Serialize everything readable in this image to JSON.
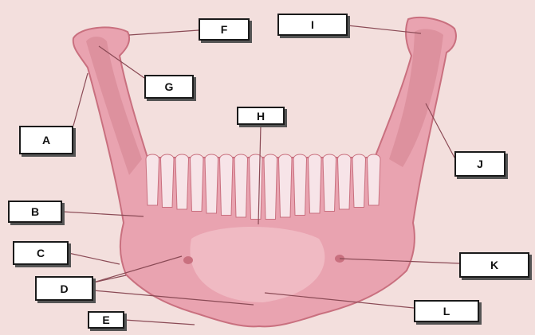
{
  "colors": {
    "paper": "#f3dfdd",
    "bone": "#e9a3b0",
    "bone_dark": "#c9707f",
    "bone_light": "#f8d6dc",
    "tooth": "#f7e4e8",
    "leader": "#8a4a55",
    "box_border": "#1a1a1a"
  },
  "labels": {
    "A": "A",
    "B": "B",
    "C": "C",
    "D": "D",
    "E": "E",
    "F": "F",
    "G": "G",
    "H": "H",
    "I": "I",
    "J": "J",
    "K": "K",
    "L": "L"
  }
}
